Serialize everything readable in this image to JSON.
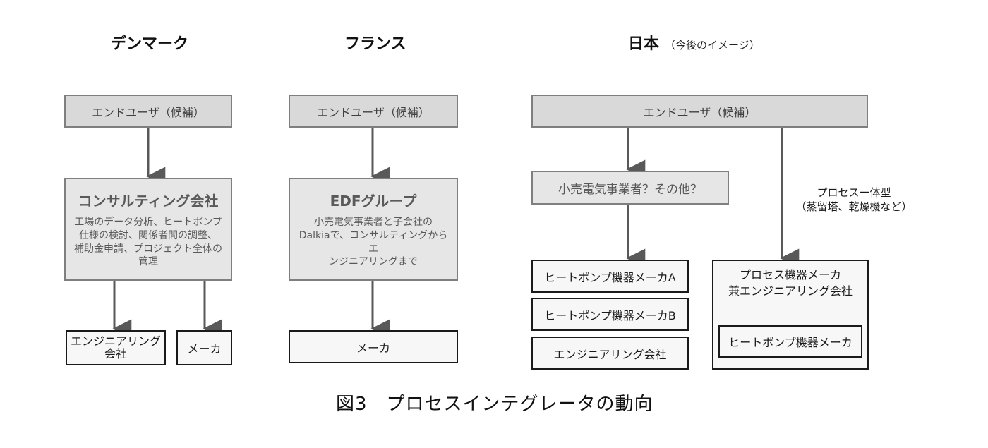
{
  "columns": {
    "denmark": {
      "title": "デンマーク",
      "end_user": "エンドユーザ（候補）",
      "consulting": {
        "title": "コンサルティング会社",
        "desc": "工場のデータ分析、ヒートポンプ\n仕様の検討、関係者間の調整、\n補助金申請、プロジェクト全体の\n管理"
      },
      "engineering": "エンジニアリング\n会社",
      "maker": "メーカ"
    },
    "france": {
      "title": "フランス",
      "end_user": "エンドユーザ（候補）",
      "edf": {
        "title": "EDFグループ",
        "desc": "小売電気事業者と子会社の\nDalkiaで、コンサルティングからエ\nンジニアリングまで"
      },
      "maker": "メーカ"
    },
    "japan": {
      "title": "日本",
      "subtitle": "（今後のイメージ）",
      "end_user": "エンドユーザ（候補）",
      "retailer": "小売電気事業者？その他？",
      "process_note": "プロセス一体型\n（蒸留塔、乾燥機など）",
      "maker_a": "ヒートポンプ機器メーカA",
      "maker_b": "ヒートポンプ機器メーカB",
      "engineering": "エンジニアリング会社",
      "process_maker": "プロセス機器メーカ\n兼エンジニアリング会社",
      "hp_maker": "ヒートポンプ機器メーカ"
    }
  },
  "caption": "図3　プロセスインテグレータの動向",
  "colors": {
    "arrow": "#595959",
    "gray_box": "#d9d9d9",
    "white_box": "#f7f7f7"
  }
}
